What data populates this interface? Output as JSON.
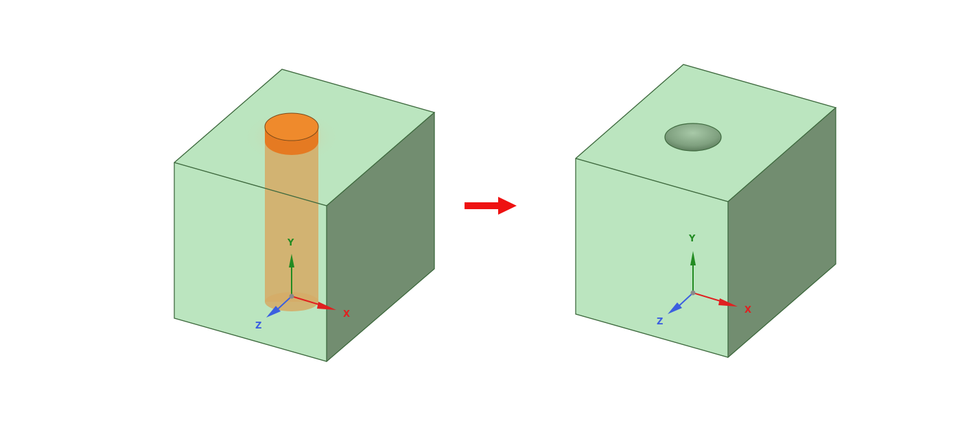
{
  "colors": {
    "face_light": "#bbe5bf",
    "face_dark": "#728d70",
    "edge": "#3f6a3f",
    "tool_top": "#ef8a2c",
    "tool_side": "#d5ac68",
    "arrow": "#ee1111",
    "axis_x": "#e02020",
    "axis_y": "#228b22",
    "axis_z": "#3b5fe0"
  },
  "icons": {
    "process_arrow": "right-arrow-icon",
    "triad": "xyz-axis-triad-icon"
  },
  "before": {
    "axis_labels": {
      "x": "X",
      "y": "Y",
      "z": "Z"
    }
  },
  "after": {
    "axis_labels": {
      "x": "X",
      "y": "Y",
      "z": "Z"
    }
  }
}
